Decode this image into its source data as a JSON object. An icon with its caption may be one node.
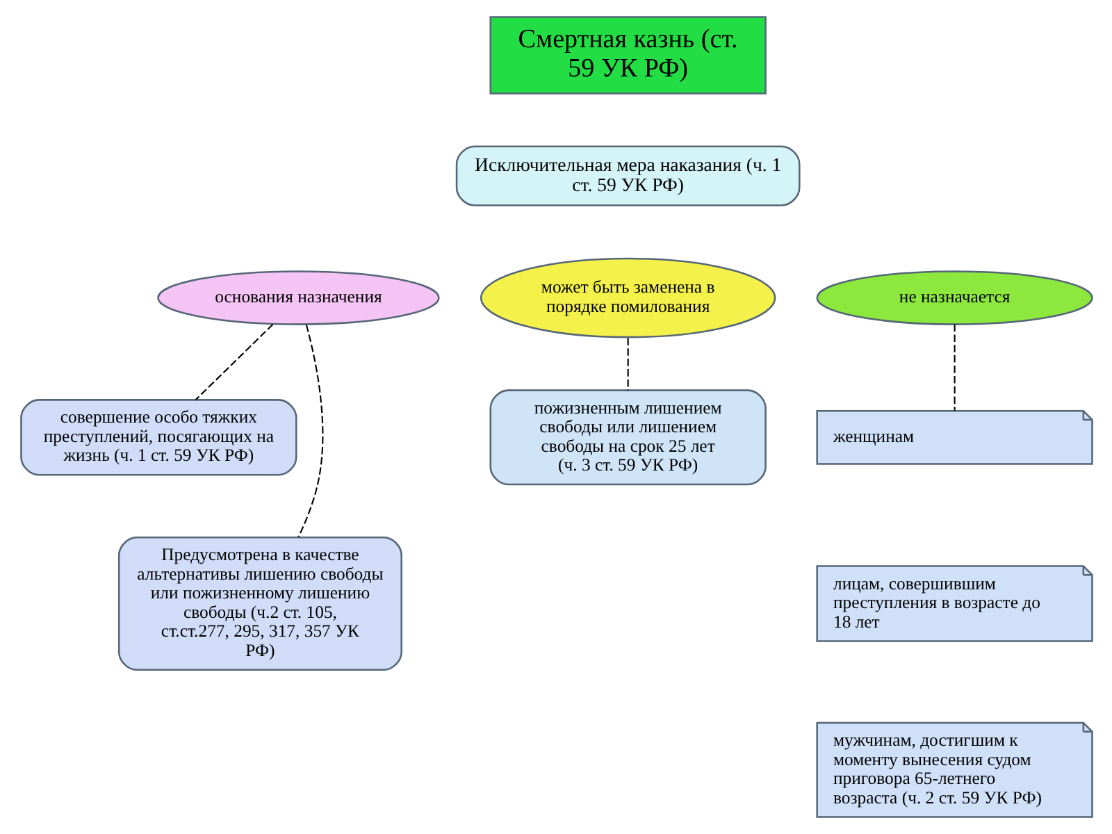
{
  "diagram": {
    "nodes": [
      {
        "text": [
          "Смертная казнь (ст. 59 УК РФ)"
        ]
      },
      {
        "text": [
          "Исключительная мера наказания (ч. 1 ст. 59 УК РФ)"
        ]
      },
      {
        "text": [
          "основания назначения"
        ]
      },
      {
        "text": [
          "может быть заменена в порядке помилования"
        ]
      },
      {
        "text": [
          "не назначается"
        ]
      },
      {
        "text": [
          "совершение особо тяжких преступлений, посягающих на жизнь (ч. 1 ст. 59 УК РФ)"
        ]
      },
      {
        "text": [
          "Предусмотрена в качестве альтернативы лишению свободы или пожизненному лишению свободы (ч.2 ст. 105, ст.ст.277, 295, 317, 357 УК РФ)"
        ]
      },
      {
        "text": [
          "пожизненным лишением свободы или лишением свободы на срок 25 лет (ч. 3 ст. 59 УК РФ)"
        ]
      },
      {
        "text": [
          "женщинам"
        ]
      },
      {
        "text": [
          "лицам, совершившим преступления в возрасте до 18 лет"
        ]
      },
      {
        "text": [
          "мужчинам, достигшим к моменту вынесения судом приговора 65-летнего возраста (ч. 2 ст. 59 УК РФ)"
        ]
      }
    ],
    "edges": [
      {
        "from": 2,
        "to": 5,
        "arrow": "none",
        "style": "dashed"
      },
      {
        "from": 2,
        "to": 6,
        "arrow": "none",
        "style": "dashed"
      },
      {
        "from": 3,
        "to": 7,
        "arrow": "none",
        "style": "dashed"
      },
      {
        "from": 4,
        "to": 8,
        "arrow": "none",
        "style": "dashed"
      }
    ]
  }
}
